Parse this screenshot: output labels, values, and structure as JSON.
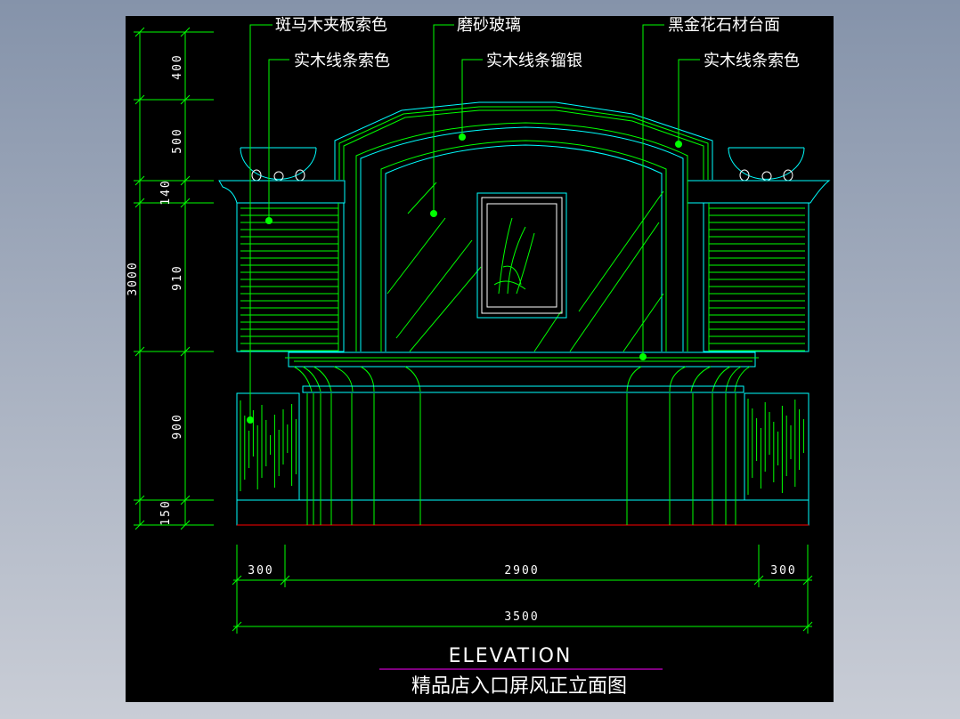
{
  "labels": {
    "zebrawood": "斑马木夹板索色",
    "frosted_glass": "磨砂玻璃",
    "marble_top": "黑金花石材台面",
    "wood_trim_left": "实木线条索色",
    "wood_trim_silver": "实木线条镏银",
    "wood_trim_right": "实木线条索色"
  },
  "dimensions": {
    "vertical": [
      "400",
      "500",
      "140",
      "910",
      "900",
      "150"
    ],
    "vertical_total": "3000",
    "horizontal": [
      "300",
      "2900",
      "300"
    ],
    "horizontal_total": "3500"
  },
  "title": {
    "en": "ELEVATION",
    "zh": "精品店入口屏风正立面图"
  },
  "colors": {
    "line": "#00ff00",
    "outline": "#00ffff",
    "text": "#ffffff",
    "underline": "#ff00ff"
  }
}
